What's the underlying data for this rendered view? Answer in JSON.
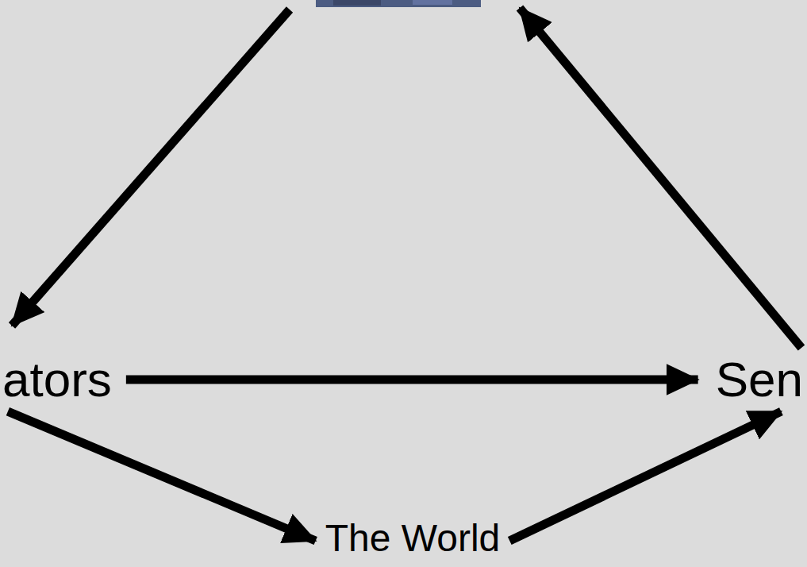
{
  "diagram": {
    "nodes": [
      {
        "text": [
          "ators"
        ]
      },
      {
        "text": [
          "Sen"
        ]
      },
      {
        "text": [
          "The World"
        ]
      }
    ],
    "edges": [
      {
        "from": 0,
        "to": 1,
        "arrow": "to"
      },
      {
        "from": 0,
        "to": 2,
        "arrow": "to"
      },
      {
        "from": 2,
        "to": 1,
        "arrow": "to"
      }
    ]
  }
}
